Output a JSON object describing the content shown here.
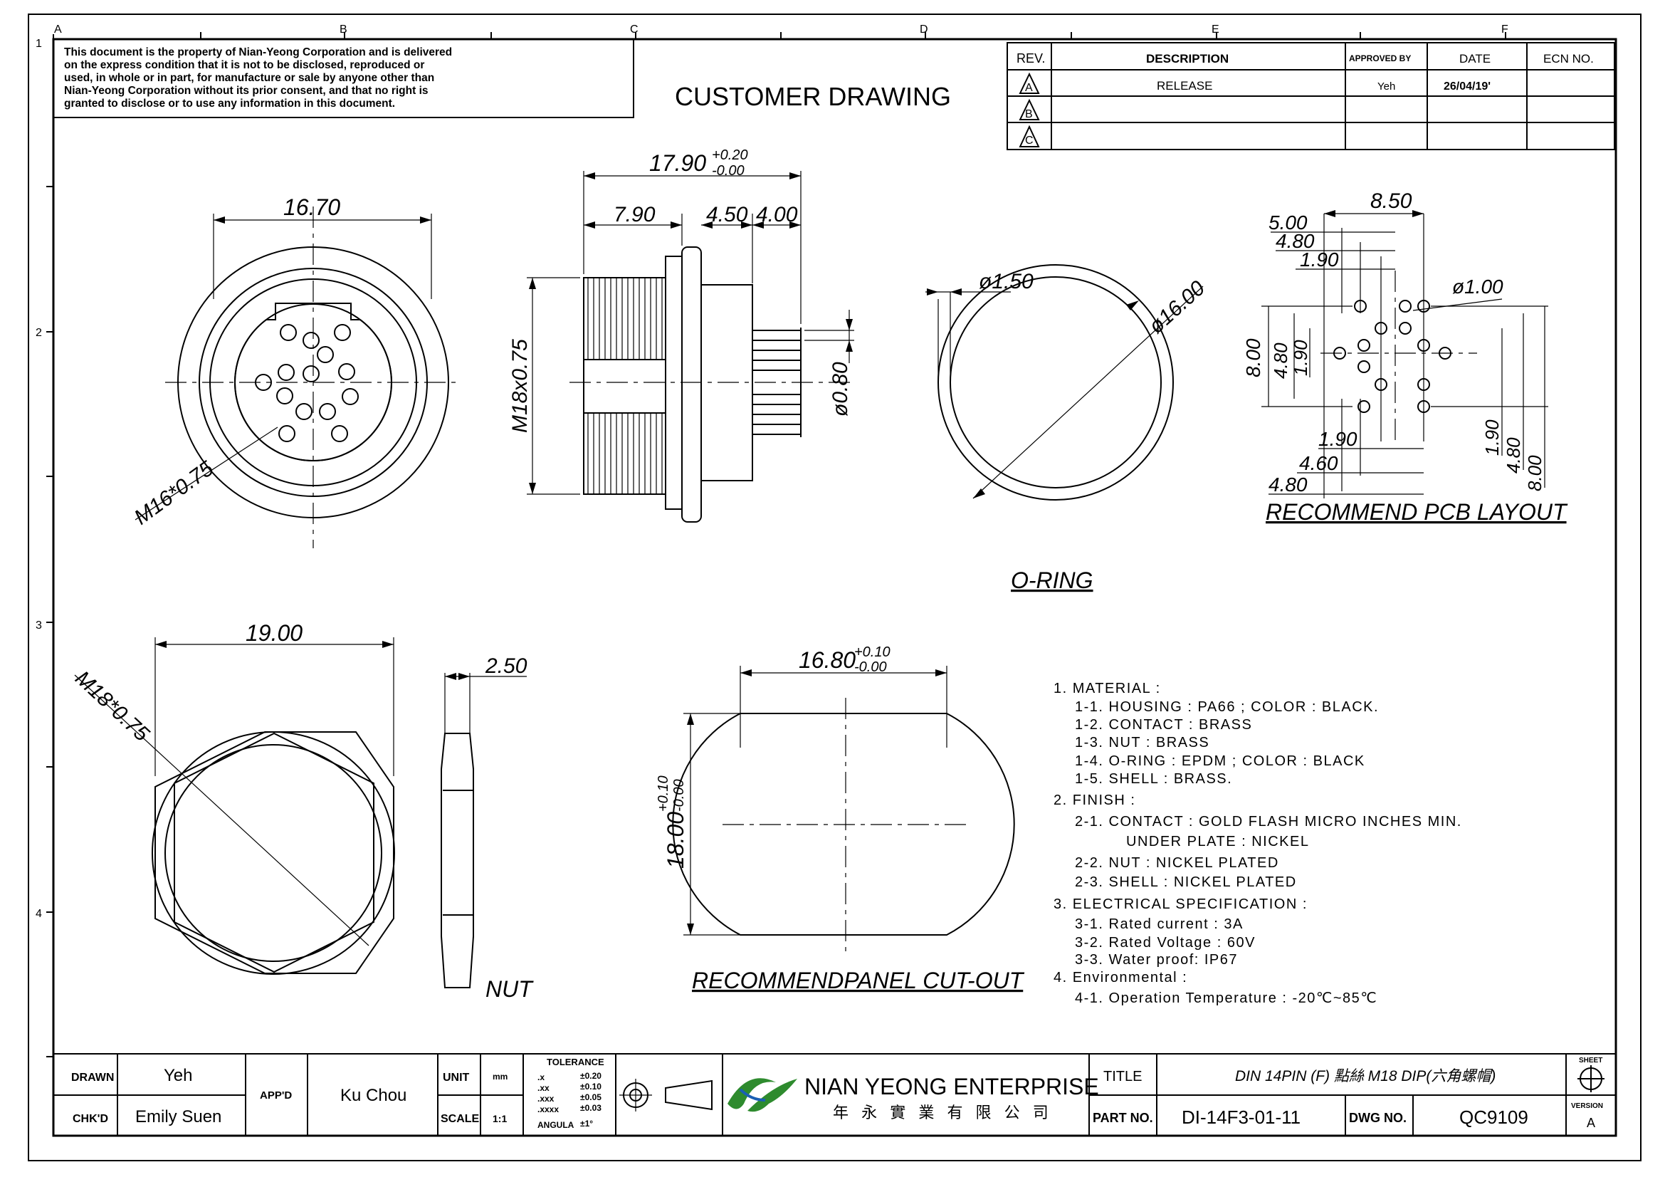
{
  "zones": {
    "cols": [
      "A",
      "B",
      "C",
      "D",
      "E",
      "F"
    ],
    "rows": [
      "1",
      "2",
      "3",
      "4"
    ]
  },
  "disclaimer": [
    "This document is the property of Nian-Yeong Corporation and is delivered",
    "on the express condition that it is not to be disclosed, reproduced or",
    "used, in whole or in part, for manufacture or sale by anyone other than",
    "Nian-Yeong Corporation without its prior consent, and that no right is",
    "granted to disclose or to use any information in this document."
  ],
  "drawing_title": "CUSTOMER DRAWING",
  "revision_table": {
    "headers": {
      "rev": "REV.",
      "description": "DESCRIPTION",
      "approved": "APPROVED BY",
      "date": "DATE",
      "ecn": "ECN NO."
    },
    "rows": [
      {
        "rev": "A",
        "description": "RELEASE",
        "approved": "Yeh",
        "date": "26/04/19'",
        "ecn": ""
      },
      {
        "rev": "B",
        "description": "",
        "approved": "",
        "date": "",
        "ecn": ""
      },
      {
        "rev": "C",
        "description": "",
        "approved": "",
        "date": "",
        "ecn": ""
      }
    ]
  },
  "front_view": {
    "width": "16.70",
    "thread": "M16*0.75"
  },
  "side_view": {
    "overall": "17.90",
    "overall_tol_plus": "+0.20",
    "overall_tol_minus": "-0.00",
    "thread_len": "7.90",
    "d1": "4.50",
    "d2": "4.00",
    "thread": "M18x0.75",
    "pin_dia": "ø0.80"
  },
  "oring": {
    "section": "ø1.50",
    "diameter": "ø16.00",
    "label": "O-RING"
  },
  "pcb": {
    "top_overall": "8.50",
    "top_a": "5.00",
    "top_b": "4.80",
    "top_c": "1.90",
    "hole": "ø1.00",
    "left_overall": "8.00",
    "left_a": "4.80",
    "left_b": "1.90",
    "bottom_a": "1.90",
    "bottom_b": "4.60",
    "bottom_c": "4.80",
    "right_a": "1.90",
    "right_b": "4.80",
    "right_c": "8.00",
    "label": "RECOMMEND PCB LAYOUT"
  },
  "hex_nut": {
    "width": "19.00",
    "thread": "M18*0.75"
  },
  "nut_side": {
    "thickness": "2.50",
    "label": "NUT"
  },
  "cutout": {
    "width": "16.80",
    "width_tol_plus": "+0.10",
    "width_tol_minus": "-0.00",
    "height": "18.00",
    "height_tol_plus": "+0.10",
    "height_tol_minus": "-0.00",
    "label": "RECOMMENDPANEL CUT-OUT"
  },
  "notes": [
    "1. MATERIAL :",
    "1-1. HOUSING : PA66 ; COLOR : BLACK.",
    "1-2. CONTACT : BRASS",
    "1-3. NUT : BRASS",
    "1-4. O-RING : EPDM ; COLOR : BLACK",
    "1-5. SHELL : BRASS.",
    "2. FINISH :",
    "2-1. CONTACT : GOLD FLASH MICRO INCHES MIN.",
    "UNDER PLATE : NICKEL",
    "2-2. NUT : NICKEL PLATED",
    "2-3. SHELL : NICKEL PLATED",
    "3. ELECTRICAL SPECIFICATION :",
    "3-1. Rated current : 3A",
    "3-2. Rated Voltage : 60V",
    "3-3. Water proof: IP67",
    "4. Environmental :",
    "4-1. Operation Temperature : -20℃~85℃"
  ],
  "title_block": {
    "drawn_label": "DRAWN",
    "drawn": "Yeh",
    "chkd_label": "CHK'D",
    "chkd": "Emily Suen",
    "appd_label": "APP'D",
    "appd": "Ku Chou",
    "unit_label": "UNIT",
    "unit": "mm",
    "scale_label": "SCALE",
    "scale": "1:1",
    "tolerance_label": "TOLERANCE",
    "tolerances": [
      [
        ".x",
        "±0.20"
      ],
      [
        ".xx",
        "±0.10"
      ],
      [
        ".xxx",
        "±0.05"
      ],
      [
        ".xxxx",
        "±0.03"
      ],
      [
        "ANGULA",
        "±1°"
      ]
    ],
    "company": "NIAN YEONG ENTERPRISE",
    "company_cn": "年 永 實 業 有 限 公 司",
    "title_label": "TITLE",
    "title": "DIN 14PIN (F) 點絲 M18 DIP(六角螺帽)",
    "part_label": "PART NO.",
    "part": "DI-14F3-01-11",
    "dwg_label": "DWG NO.",
    "dwg": "QC9109",
    "sheet_label": "SHEET",
    "version_label": "VERSION",
    "version": "A"
  }
}
